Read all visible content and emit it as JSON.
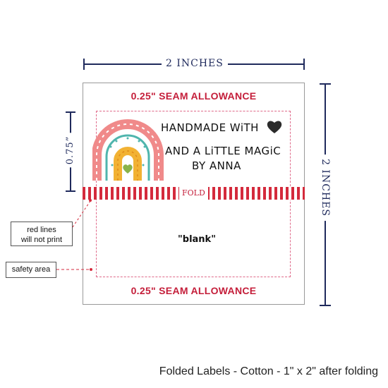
{
  "dimensions": {
    "top_label": "2 INCHES",
    "right_label": "2 INCHES",
    "left_label": "0.75”"
  },
  "label": {
    "seam_top": "0.25\" SEAM ALLOWANCE",
    "seam_bottom": "0.25\" SEAM ALLOWANCE",
    "fold_label": "FOLD",
    "text_line_1": "HANDMADE WiTH",
    "text_line_2": "AND A LiTTLE MAGiC",
    "text_line_3": "BY ANNA",
    "blank_text": "\"blank\""
  },
  "callouts": {
    "red_lines_line_1": "red lines",
    "red_lines_line_2": "will not print",
    "safety_area": "safety area"
  },
  "caption": "Folded Labels - Cotton - 1\" x 2\" after folding",
  "colors": {
    "dimension": "#1f2a5c",
    "seam_text": "#c41e3a",
    "fold_stripe": "#d42a3c",
    "safety_dash": "#e06a8a",
    "rainbow_outer": "#f08a8a",
    "rainbow_middle": "#4fb5ad",
    "rainbow_inner": "#f2b233",
    "heart_center": "#8ab34a"
  },
  "icons": {
    "heart": "heart-icon",
    "rainbow": "rainbow-graphic"
  }
}
